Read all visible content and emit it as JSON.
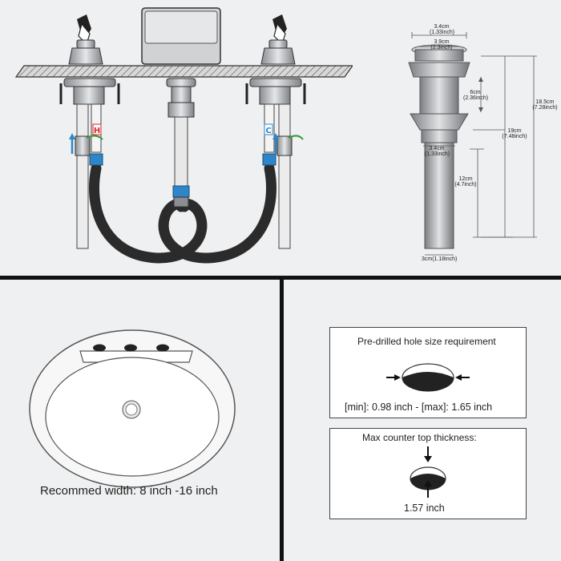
{
  "faucet": {
    "hot_label": "H",
    "cold_label": "C"
  },
  "drain": {
    "dim_top_outer": "3.4cm",
    "dim_top_outer_in": "(1.33inch)",
    "dim_top_inner": "3.9cm",
    "dim_top_inner_in": "(2.3inch)",
    "dim_6": "6cm",
    "dim_6_in": "(2.36inch)",
    "dim_185": "18.5cm",
    "dim_185_in": "(7.28inch)",
    "dim_19": "19cm",
    "dim_19_in": "(7.48inch)",
    "dim_mid": "3.4cm",
    "dim_mid_in": "(1.33inch)",
    "dim_12": "12cm",
    "dim_12_in": "(4.7inch)",
    "dim_bottom": "3cm(1.18inch)"
  },
  "sink": {
    "width_text": "Recommed width: 8 inch -16 inch"
  },
  "hole": {
    "title": "Pre-drilled hole size requirement",
    "range": "[min]: 0.98 inch - [max]: 1.65 inch"
  },
  "counter": {
    "title": "Max counter top thickness:",
    "value": "1.57 inch"
  },
  "colors": {
    "divider": "#111111",
    "hose": "#2b2b2b",
    "connector_blue": "#2e86c8",
    "hot": "#d9262b",
    "cold": "#2e86c8",
    "arrow_green": "#3a9a3a"
  }
}
